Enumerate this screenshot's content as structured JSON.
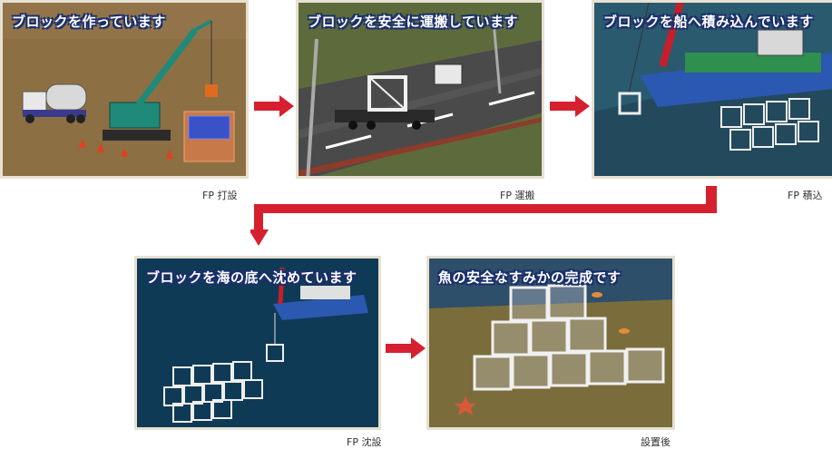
{
  "colors": {
    "arrow": "#d6202f",
    "frame": "#e6e1d2",
    "title_outline": "#1b2f6b"
  },
  "steps": [
    {
      "title": "ブロックを作っています",
      "caption": "FP 打設"
    },
    {
      "title": "ブロックを安全に運搬しています",
      "caption": "FP 運搬"
    },
    {
      "title": "ブロックを船へ積み込んでいます",
      "caption": "FP 積込"
    },
    {
      "title": "ブロックを海の底へ沈めています",
      "caption": "FP 沈設"
    },
    {
      "title": "魚の安全なすみかの完成です",
      "caption": "設置後"
    }
  ]
}
